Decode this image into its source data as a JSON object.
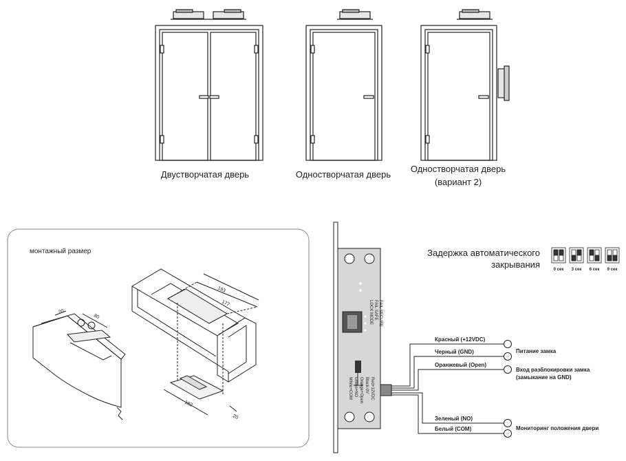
{
  "doors": [
    {
      "caption": "Двустворчатая дверь"
    },
    {
      "caption": "Одностворчатая  дверь"
    },
    {
      "caption_line1": "Одностворчатая дверь",
      "caption_line2": "(вариант 2)"
    }
  ],
  "mounting": {
    "title": "монтажный размер",
    "dims": {
      "a": "193",
      "b": "177",
      "c": "182",
      "d": "80",
      "e": "20",
      "f": "20"
    }
  },
  "delay": {
    "title_line1": "Задержка автоматического",
    "title_line2": "закрывания",
    "options": [
      "0 сек",
      "3 сек",
      "6 сек",
      "9 сек"
    ]
  },
  "wires": [
    {
      "label": "Красный (+12VDC)"
    },
    {
      "label": "Черный (GND)"
    },
    {
      "label": "Оранжевый (Open)"
    },
    {
      "label": "Зеленый (NO)"
    },
    {
      "label": "Белый (COM)"
    }
  ],
  "terminals": {
    "power": "Питание замка",
    "unlock_line1": "Вход разблокировки замка",
    "unlock_line2": "(замыкание на GND)",
    "monitor": "Мониторинг положения двери"
  },
  "board_text": {
    "dip_text": [
      "LOCK MODE",
      "FAIL SAFE",
      "FAIL SECURE"
    ],
    "wire_text": [
      "Red+12VDC",
      "Black-0V",
      "Orange+Open",
      "Green+NO",
      "White+COM"
    ]
  }
}
